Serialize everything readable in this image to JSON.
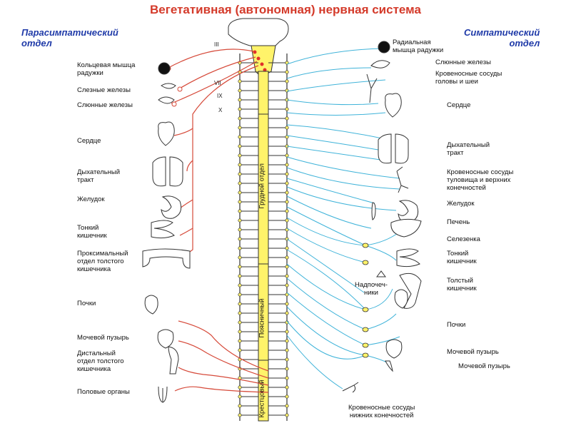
{
  "title": "Вегетативная (автономная) нервная система",
  "parasympathetic_title": [
    "Парасимпатический",
    "отдел"
  ],
  "sympathetic_title": [
    "Симпатический",
    "отдел"
  ],
  "cranial_nerves": [
    "III",
    "VII",
    "IX",
    "X"
  ],
  "spinal_segments": {
    "thoracic": "Грудной отдел",
    "lumbar": "Поясничный",
    "sacral": "Крестцовый"
  },
  "left_labels": [
    "Кольцевая мышца\nрадужки",
    "Слезные железы",
    "Слюнные железы",
    "Сердце",
    "Дыхательный\nтракт",
    "Желудок",
    "Тонкий\nкишечник",
    "Проксимальный\nотдел толстого\nкишечника",
    "Почки",
    "Мочевой пузырь",
    "Дистальный\nотдел толстого\nкишечника",
    "Половые органы"
  ],
  "right_labels": [
    "Радиальная\nмышца радужки",
    "Слюнные железы",
    "Кровеносные сосуды\nголовы и шеи",
    "Сердце",
    "Дыхательный\nтракт",
    "Кровеносные сосуды\nтуловища и верхних\nконечностей",
    "Желудок",
    "Печень",
    "Селезенка",
    "Тонкий\nкишечник",
    "Толстый\nкишечник",
    "Почки",
    "Мочевой пузырь",
    "Мочевой пузырь"
  ],
  "adrenal_label": "Надпочеч-\nники",
  "legs_vessels_label": "Кровеносные сосуды\nнижних конечностей",
  "colors": {
    "title": "#d43a2a",
    "side_title": "#1f3aa8",
    "parasympathetic": "#d64a3a",
    "sympathetic": "#3fb3d9",
    "spinal_fill": "#fff36a",
    "ganglion": "#fff36a",
    "outline": "#333333"
  }
}
